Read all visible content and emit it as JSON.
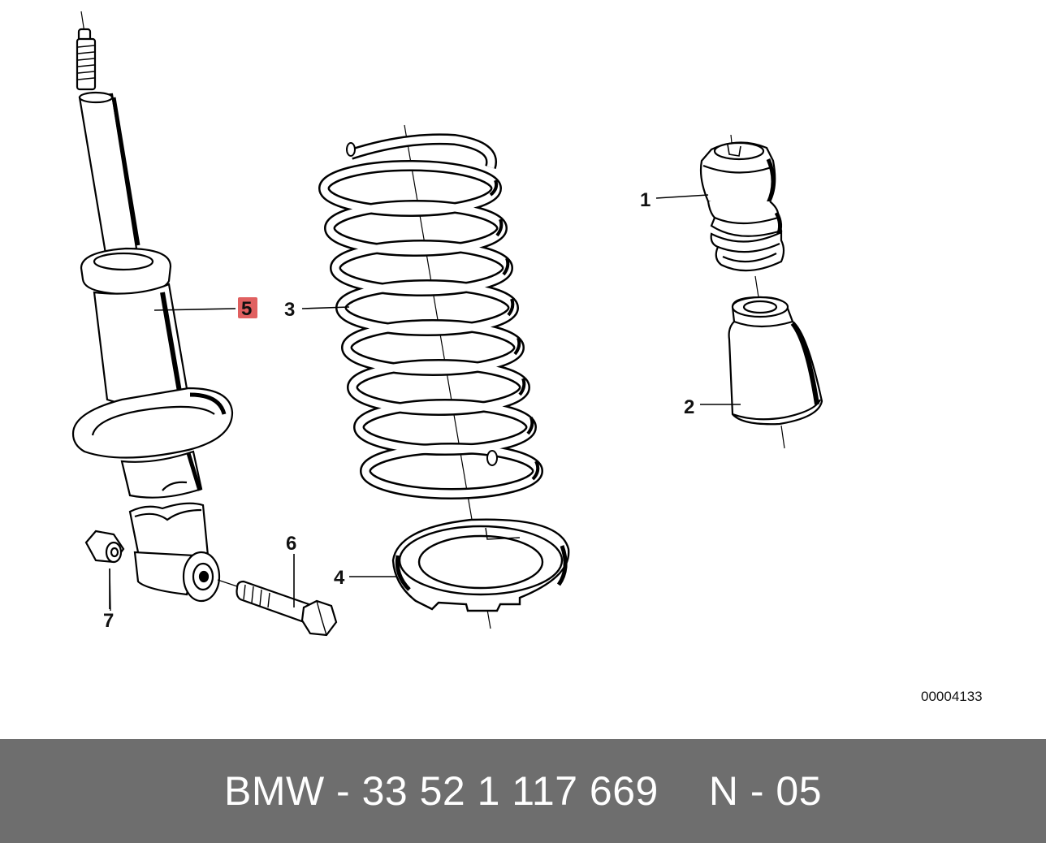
{
  "diagram": {
    "callouts": {
      "p1": "1",
      "p2": "2",
      "p3": "3",
      "p4": "4",
      "p5": "5",
      "p6": "6",
      "p7": "7"
    },
    "illustration_id": "00004133",
    "highlight_color": "#e06060"
  },
  "footer": {
    "part_number": "BMW - 33 52 1 117 669",
    "position": "N - 05",
    "background": "#6e6e6e"
  }
}
